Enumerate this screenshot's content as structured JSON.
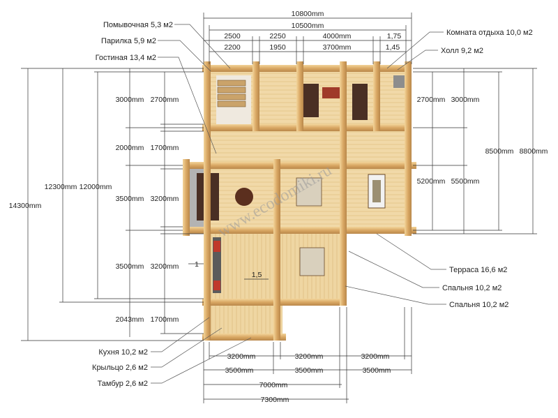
{
  "watermark": "www.ecodomiki.ru",
  "top_dims": {
    "total_outer": "10800mm",
    "total_inner": "10500mm",
    "row1": [
      "2500",
      "2250",
      "4000mm",
      "1,75"
    ],
    "row2": [
      "2200",
      "1950",
      "3700mm",
      "1,45"
    ]
  },
  "left_dims": {
    "overall": "14300mm",
    "outer": "12300mm",
    "inner": "12000mm",
    "seg_outer": [
      "3000mm",
      "2000mm",
      "3500mm",
      "3500mm",
      "2043mm"
    ],
    "seg_inner": [
      "2700mm",
      "1700mm",
      "3200mm",
      "3200mm",
      "1700mm"
    ]
  },
  "right_dims": {
    "top_inner": "2700mm",
    "top_outer": "3000mm",
    "mid_inner": "5200mm",
    "mid_outer": "5500mm",
    "total_inner": "8500mm",
    "total_outer": "8800mm"
  },
  "bottom_dims": {
    "row1": [
      "3200mm",
      "3200mm",
      "3200mm"
    ],
    "row2": [
      "3500mm",
      "3500mm",
      "3500mm"
    ],
    "total_inner": "7000mm",
    "total_outer": "7300mm"
  },
  "small_dims": {
    "porch_gap": "1",
    "kitchen_gap": "1,5"
  },
  "rooms_left": [
    "Помывочная 5,3 м2",
    "Парилка 5,9 м2",
    "Гостиная 13,4 м2"
  ],
  "rooms_right_top": [
    "Комната отдыха 10,0 м2",
    "Холл 9,2 м2"
  ],
  "rooms_right_bottom": [
    "Терраса 16,6 м2",
    "Спальня 10,2 м2",
    "Спальня 10,2 м2"
  ],
  "rooms_bottom_left": [
    "Кухня 10,2 м2",
    "Крыльцо 2,6 м2",
    "Тамбур 2,6 м2"
  ]
}
